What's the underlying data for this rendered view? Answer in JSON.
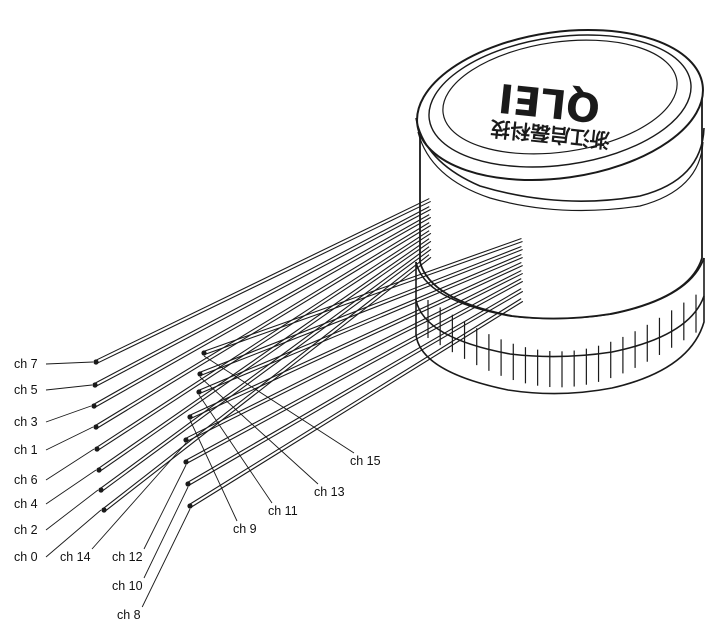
{
  "device": {
    "logo_text": "QLEI",
    "logo_subtext": "浙江启磊科技"
  },
  "channels": {
    "left_labels": [
      "ch 7",
      "ch 5",
      "ch 3",
      "ch 1",
      "ch 6",
      "ch 4",
      "ch 2",
      "ch 0"
    ],
    "right_labels": [
      "ch 15",
      "ch 13",
      "ch 11",
      "ch 9",
      "ch 14",
      "ch 12",
      "ch 10",
      "ch 8"
    ]
  }
}
